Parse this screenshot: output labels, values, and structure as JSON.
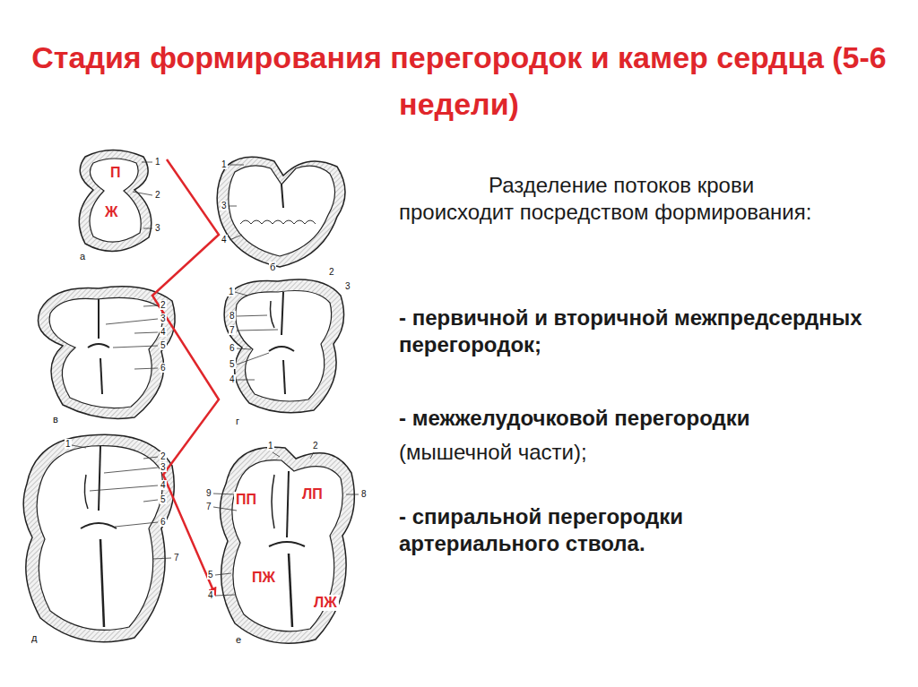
{
  "diagram": {
    "title": "Стадия формирования перегородок и камер сердца (5-6 недели)",
    "labels": [
      "П",
      "Ж",
      "1",
      "2",
      "3",
      "а",
      "1",
      "3",
      "4",
      "б",
      "2",
      "3",
      "4",
      "5",
      "6",
      "в",
      "1",
      "2",
      "3",
      "8",
      "7",
      "6",
      "5",
      "4",
      "г",
      "1",
      "2",
      "3",
      "4",
      "5",
      "6",
      "7",
      "д",
      "1",
      "2",
      "9",
      "7",
      "5",
      "4",
      "8",
      "ПП",
      "ЛП",
      "ПЖ",
      "ЛЖ",
      "е",
      "Разделение потоков крови происходит посредством формирования:",
      "- первичной и вторичной межпредсердных перегородок;",
      "- межжелудочковой перегородки",
      "(мышечной части);",
      "- спиральной перегородки артериального ствола."
    ]
  }
}
